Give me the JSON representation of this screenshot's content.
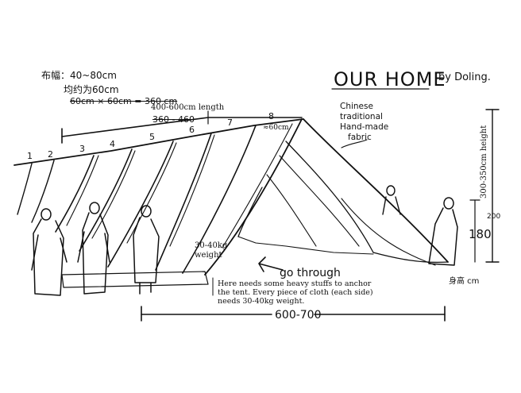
{
  "title": "OUR HOME",
  "byline": "by Doling.",
  "notes": {
    "cn_width": "布幅：40~80cm",
    "cn_approx": "均约为60cm",
    "strike_note": "60cm × 60cm = 360 cm",
    "length_label": "400-600cm length",
    "length_strike": "360 - 460"
  },
  "fabric_note": [
    "Chinese",
    "traditional",
    "Hand-made",
    "fabric"
  ],
  "strip_numbers": [
    "1",
    "2",
    "3",
    "4",
    "5",
    "6",
    "7",
    "8"
  ],
  "strip_width": "≈60cm",
  "height_label": "300-350cm height",
  "person_height": "180",
  "person_height_alt": "200",
  "height_unit": "身高 cm",
  "weight_label": [
    "30-40kg",
    "weight"
  ],
  "go_through": "go through",
  "anchor_note": [
    "Here needs some heavy stuffs to anchor",
    "the tent. Every piece of cloth (each side)",
    "needs 30-40kg weight."
  ],
  "width_label": "600-700"
}
